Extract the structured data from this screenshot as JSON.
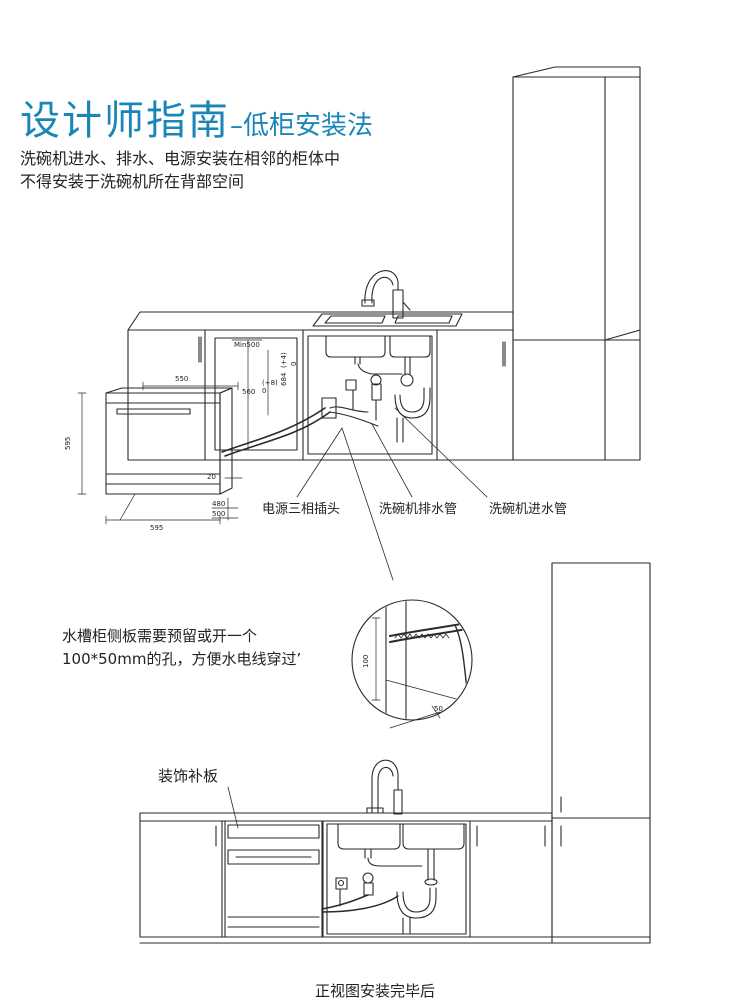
{
  "title": {
    "main": "设计师指南",
    "sub": "–低柜安装法"
  },
  "intro": {
    "line1": "洗碗机进水、排水、电源安装在相邻的柜体中",
    "line2": "不得安装于洗碗机所在背部空间"
  },
  "callouts": {
    "power": "电源三相插头",
    "drain": "洗碗机排水管",
    "inlet": "洗碗机进水管"
  },
  "hole_note": {
    "line1": "水槽柜侧板需要预留或开一个",
    "line2": "100*50mm的孔，方便水电线穿过’"
  },
  "decor_panel_label": "装饰补板",
  "caption": "正视图安装完毕后",
  "dimensions": {
    "width_550": "550",
    "height_595": "595",
    "depth_595": "595",
    "min_500": "Min500",
    "d_20": "20",
    "d_480": "480",
    "d_500": "500",
    "d_560": "560",
    "d_684": "684",
    "tol_plus8": "(+8)",
    "tol_0": "0",
    "tol_plus4": "(+4)",
    "tol_0b": "0",
    "hole_100": "100",
    "hole_50": "50"
  },
  "colors": {
    "title": "#1a86b8",
    "line": "#2a2a2a"
  }
}
